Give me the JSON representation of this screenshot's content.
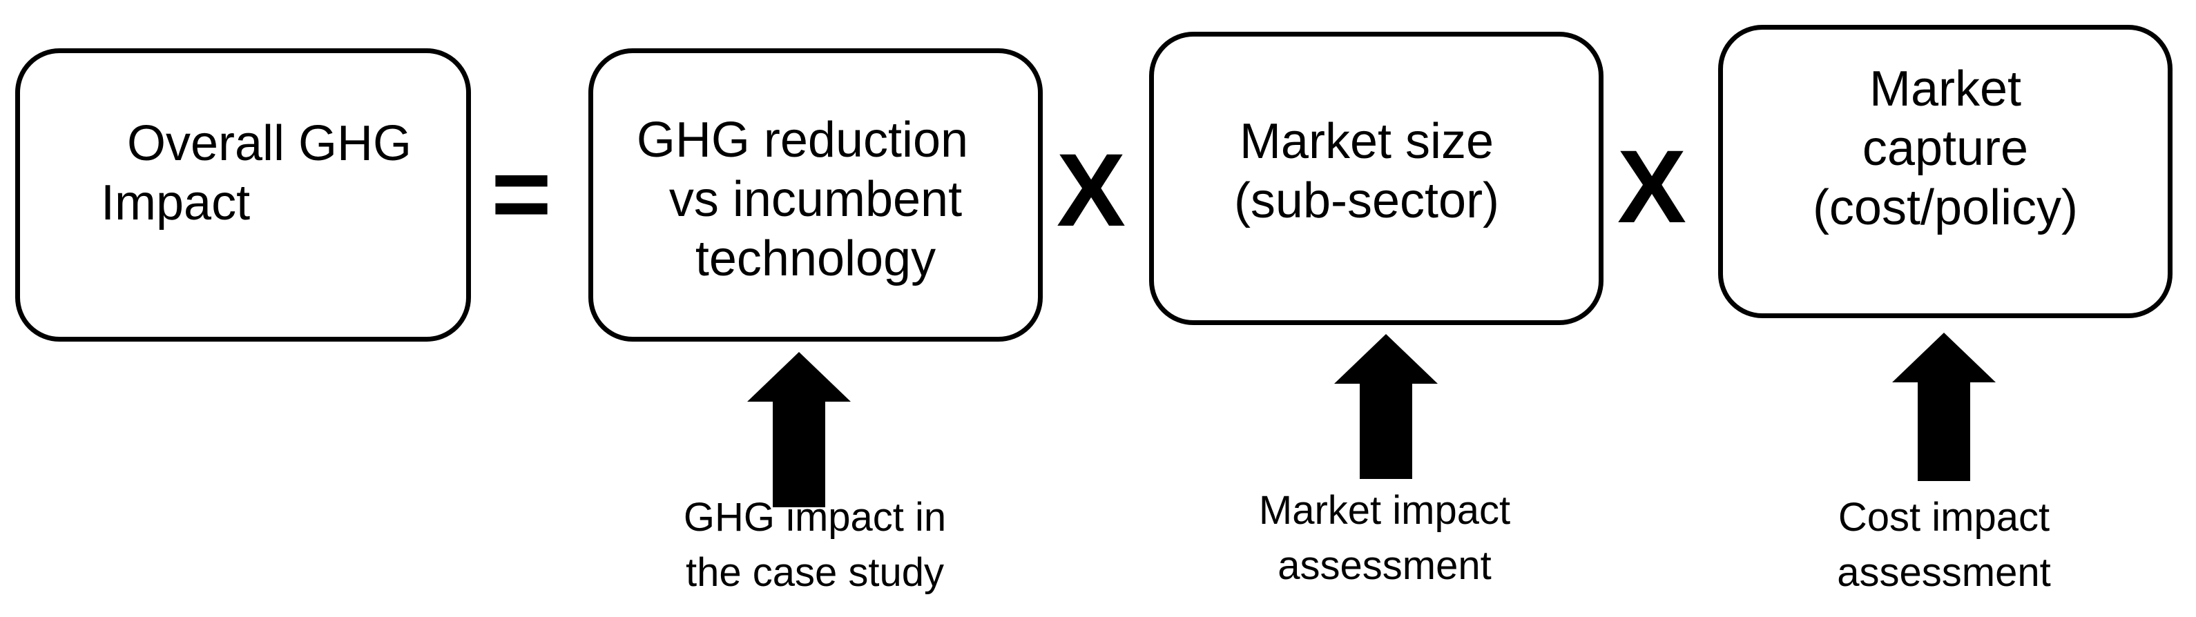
{
  "boxes": [
    {
      "lines": [
        "Overall GHG",
        "Impact"
      ]
    },
    {
      "lines": [
        "GHG reduction",
        "vs incumbent",
        "technology"
      ]
    },
    {
      "lines": [
        "Market size",
        "(sub-sector)"
      ]
    },
    {
      "lines": [
        "Market",
        "capture",
        "(cost/policy)"
      ]
    }
  ],
  "operators": {
    "equals": "=",
    "times_1": "X",
    "times_2": "X"
  },
  "captions": [
    {
      "lines": [
        "GHG impact in",
        "the case study"
      ]
    },
    {
      "lines": [
        "Market impact",
        "assessment"
      ]
    },
    {
      "lines": [
        "Cost impact",
        "assessment"
      ]
    }
  ]
}
